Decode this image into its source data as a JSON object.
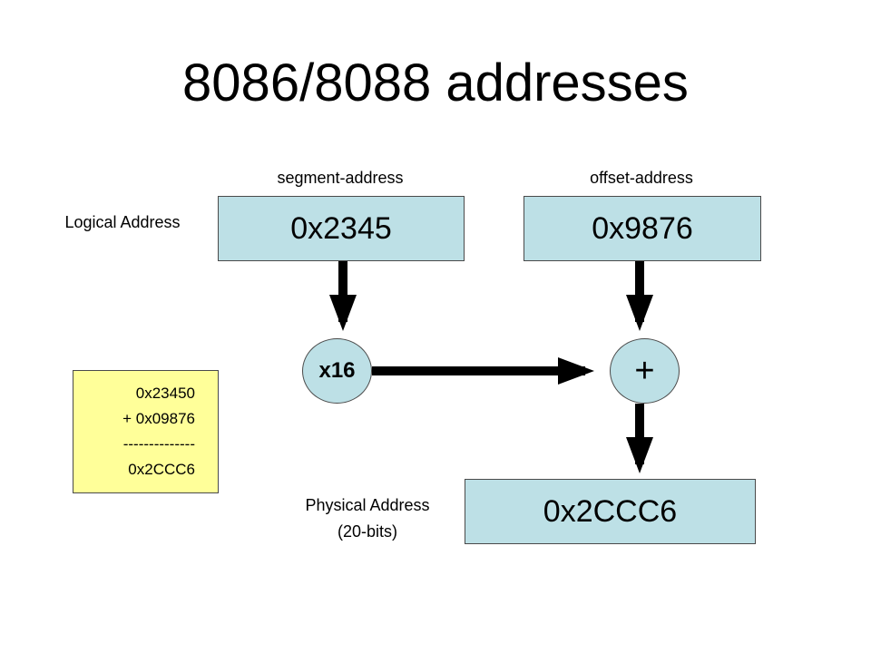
{
  "title": "8086/8088 addresses",
  "logical_address_label": "Logical Address",
  "segment": {
    "label": "segment-address",
    "value": "0x2345"
  },
  "offset": {
    "label": "offset-address",
    "value": "0x9876"
  },
  "multiply_node": "x16",
  "add_node": "+",
  "physical": {
    "label_line1": "Physical Address",
    "label_line2": "(20-bits)",
    "value": "0x2CCC6"
  },
  "calculation": {
    "line1": "0x23450",
    "line2": "+ 0x09876",
    "separator": "--------------",
    "result": "0x2CCC6"
  },
  "colors": {
    "box_fill": "#bde0e6",
    "note_fill": "#ffff99",
    "arrow": "#000000"
  }
}
